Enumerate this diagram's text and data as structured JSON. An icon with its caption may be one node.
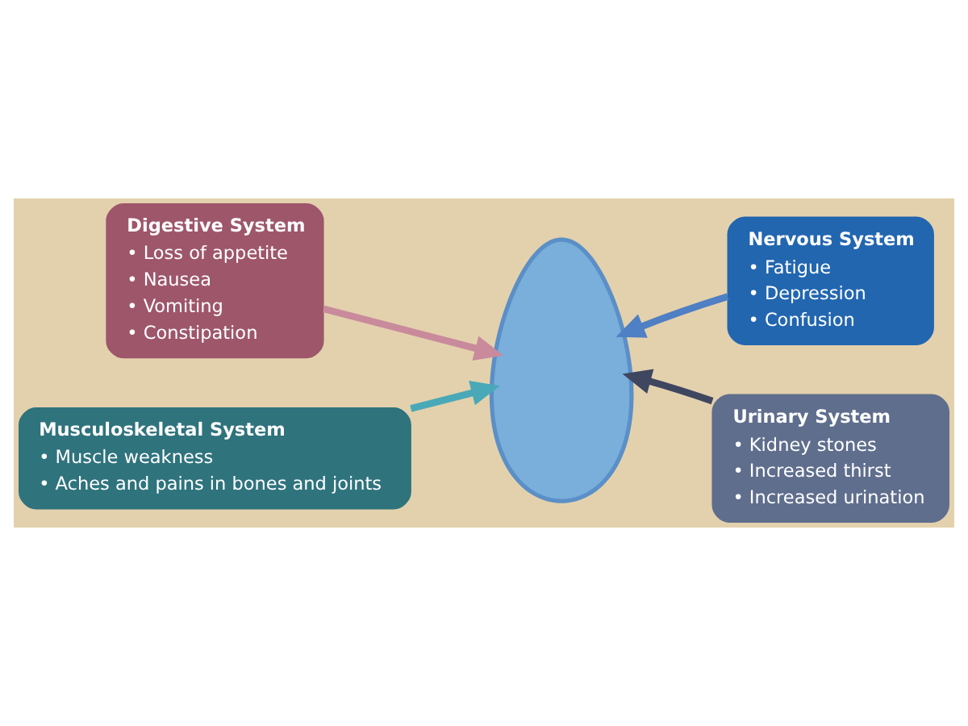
{
  "diagram": {
    "nodes": [
      {
        "text": [],
        "shape": "person"
      },
      {
        "text": [
          "Digestive System",
          "• Loss of appetite",
          "• Nausea",
          "• Vomiting",
          "• Constipation"
        ]
      },
      {
        "text": [
          "Nervous System",
          "• Fatigue",
          "• Depression",
          "• Confusion"
        ]
      },
      {
        "text": [
          "Musculoskeletal System",
          "• Muscle weakness",
          "• Aches and pains in bones and joints"
        ]
      },
      {
        "text": [
          "Urinary System",
          "• Kidney stones",
          "• Increased thirst",
          "• Increased urination"
        ]
      }
    ],
    "edges": [
      {
        "from": 1,
        "to": 0,
        "arrow": "to",
        "color": "#c98a9c"
      },
      {
        "from": 2,
        "to": 0,
        "arrow": "to",
        "color": "#4f7fc4"
      },
      {
        "from": 4,
        "to": 0,
        "arrow": "to",
        "color": "#3f4660"
      },
      {
        "from": 3,
        "to": 0,
        "arrow": "to",
        "color": "#4aa9b8"
      }
    ]
  }
}
